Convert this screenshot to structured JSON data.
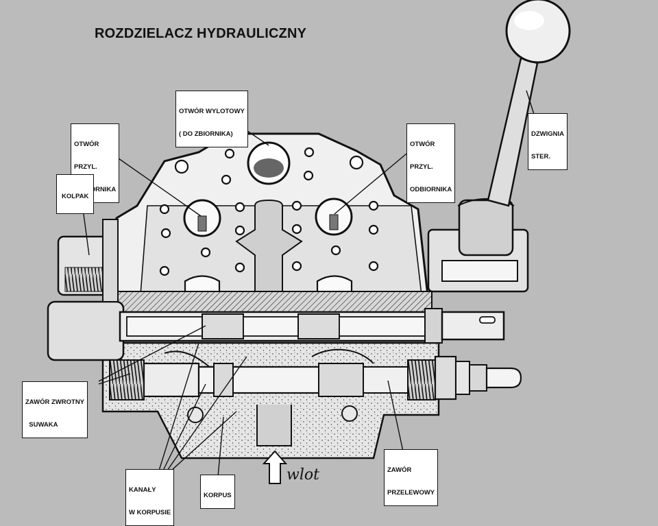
{
  "title": "ROZDZIELACZ HYDRAULICZNY",
  "labels": {
    "outlet": [
      "OTWÓR WYLOTOWY",
      "( DO ZBIORNIKA)"
    ],
    "port_left": [
      "OTWÓR",
      "PRZYL.",
      "ODBIORNIKA"
    ],
    "port_right": [
      "OTWÓR",
      "PRZYL.",
      "ODBIORNIKA"
    ],
    "lever": [
      "DZWIGNIA",
      "STER."
    ],
    "cap": [
      "KOLPAK"
    ],
    "check_valve": [
      "ZAWÓR ZWROTNY",
      "  SUWAKA"
    ],
    "relief_valve": [
      "ZAWÓR",
      "PRZELEWOWY"
    ],
    "channels": [
      "KANAŁY",
      "W KORPUSIE"
    ],
    "body": [
      "KORPUS"
    ]
  },
  "inlet_label": "wlot",
  "colors": {
    "background": "#bbbbbb",
    "ink": "#111111",
    "label_bg": "#ffffff"
  }
}
